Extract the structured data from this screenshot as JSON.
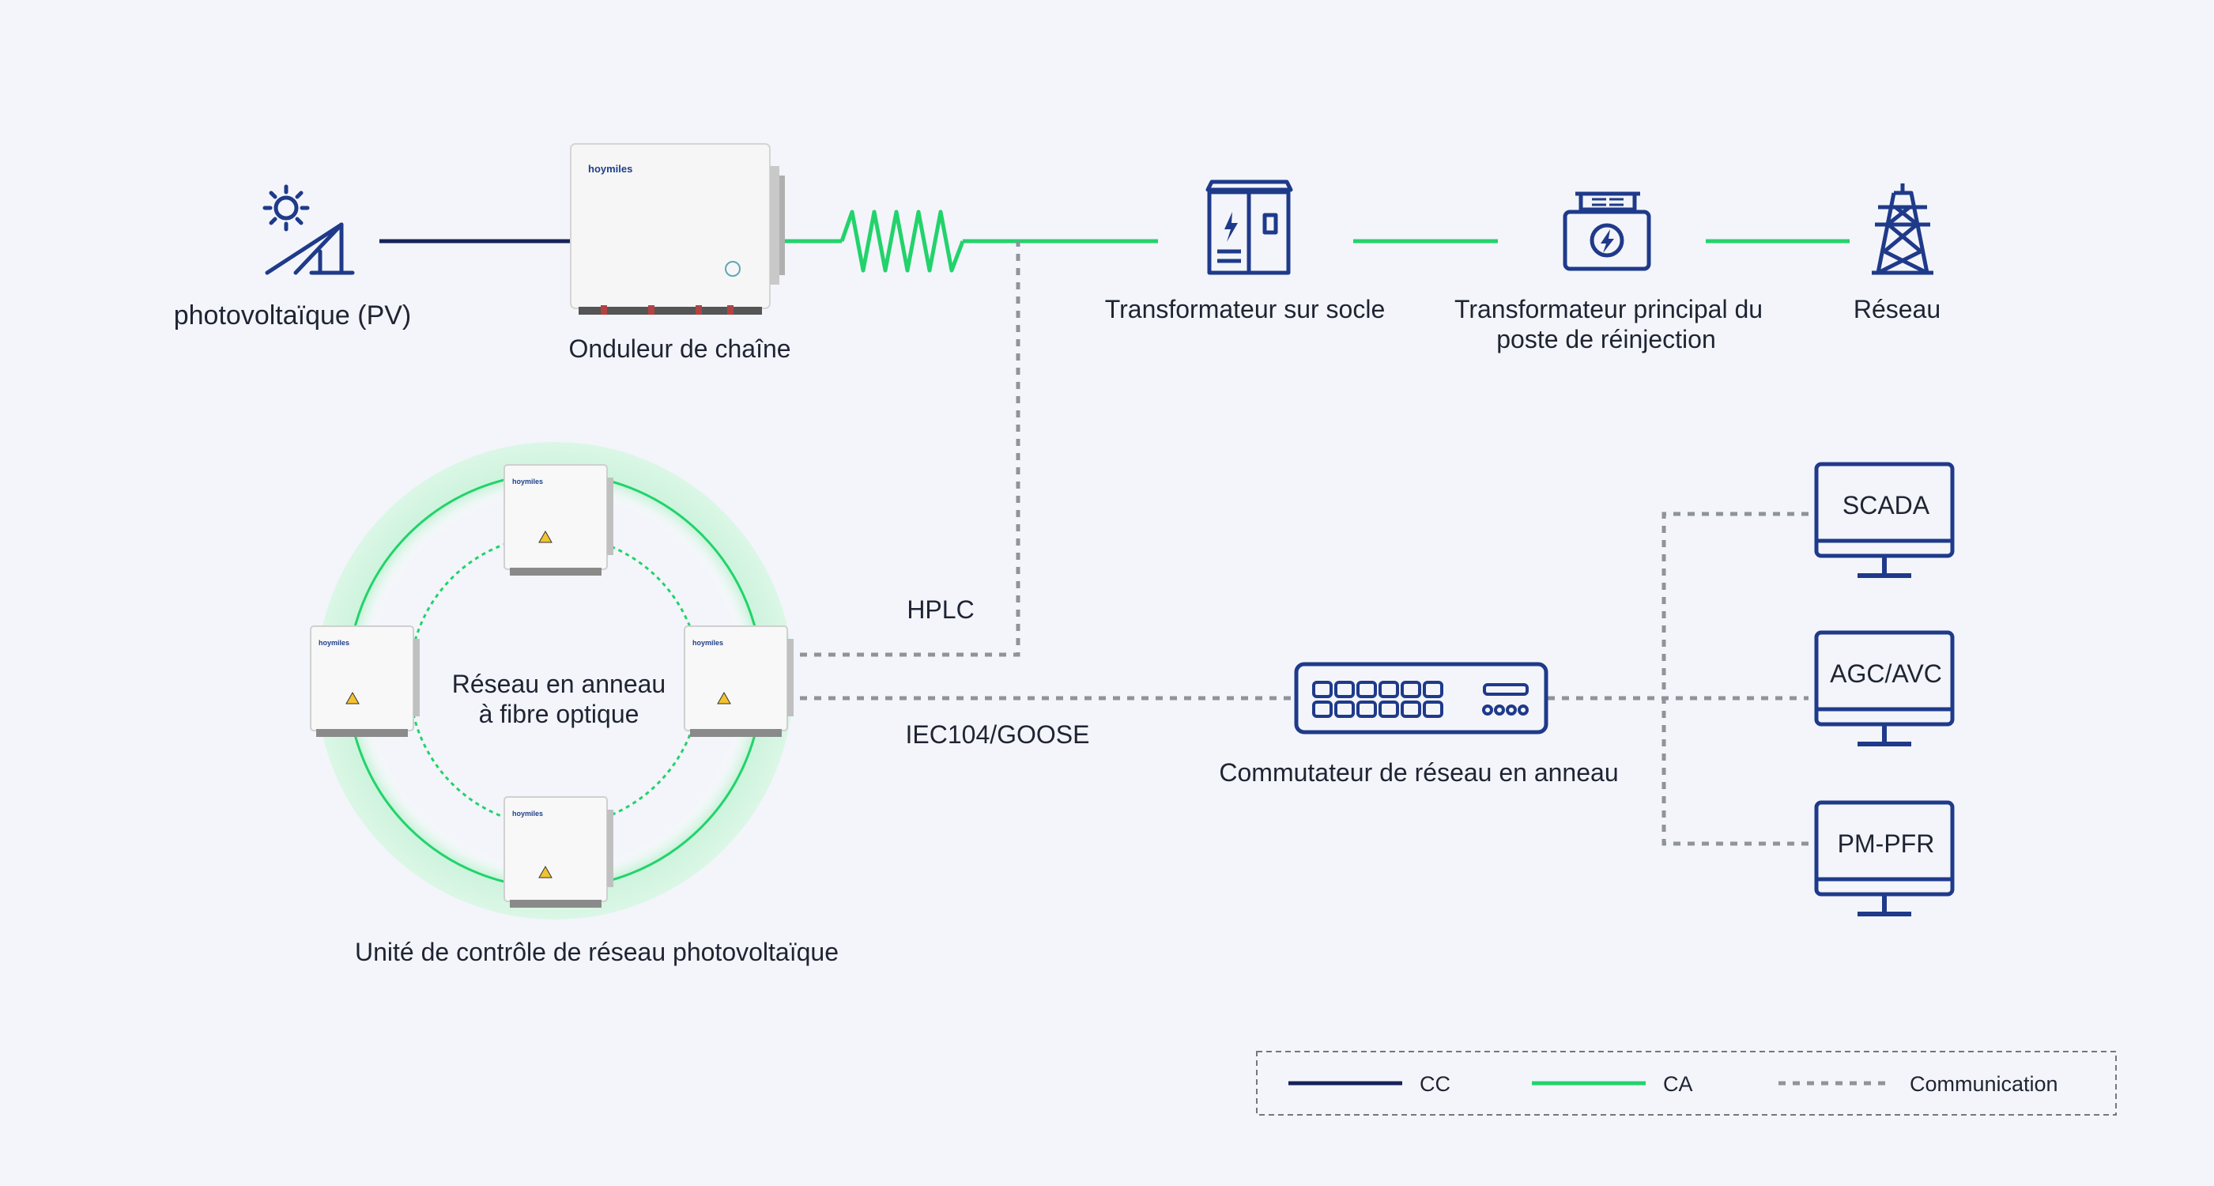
{
  "brand": "hoymiles",
  "nodes": {
    "pv": {
      "label": "photovoltaïque (PV)"
    },
    "inverter": {
      "label": "Onduleur de chaîne"
    },
    "pad_transformer": {
      "label": "Transformateur sur socle"
    },
    "main_transformer": {
      "label_lines": [
        "Transformateur principal du",
        "poste de réinjection"
      ]
    },
    "grid": {
      "label": "Réseau"
    },
    "control_unit": {
      "label": "Unité de contrôle de réseau photovoltaïque"
    },
    "fiber_ring": {
      "label_lines": [
        "Réseau en anneau",
        "à fibre optique"
      ]
    },
    "switch": {
      "label": "Commutateur de réseau en anneau"
    },
    "monitors": [
      {
        "label": "SCADA"
      },
      {
        "label": "AGC/AVC"
      },
      {
        "label": "PM-PFR"
      }
    ]
  },
  "links": {
    "hplc": "HPLC",
    "iec": "IEC104/GOOSE"
  },
  "legend": {
    "items": [
      {
        "label": "CC",
        "type": "dc",
        "color": "#16235a"
      },
      {
        "label": "CA",
        "type": "ac",
        "color": "#22d36b"
      },
      {
        "label": "Communication",
        "type": "comm",
        "color": "#8e939c"
      }
    ]
  },
  "colors": {
    "dc": "#16235a",
    "ac": "#22d36b",
    "comm": "#8e939c",
    "icon": "#1f3a8a",
    "background": "#f3f5fa"
  }
}
